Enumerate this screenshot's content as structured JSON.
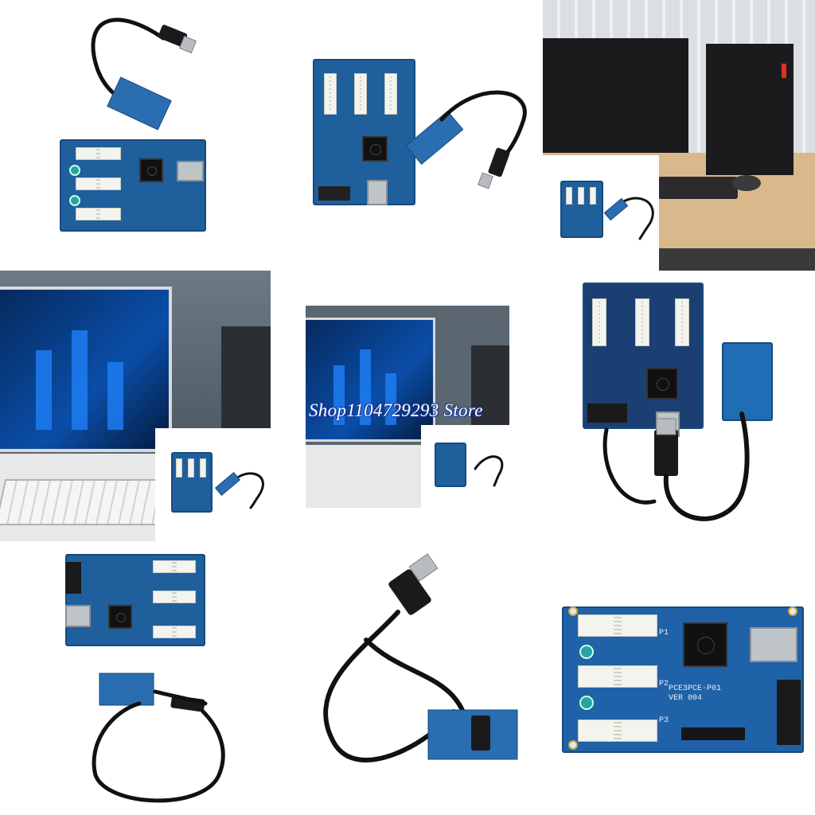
{
  "watermark": "Shop1104729293 Store",
  "board_label": {
    "line1": "PCE3PCE-P01",
    "line2": "VER 004",
    "p1": "P1",
    "p2": "P2",
    "p3": "P3"
  }
}
